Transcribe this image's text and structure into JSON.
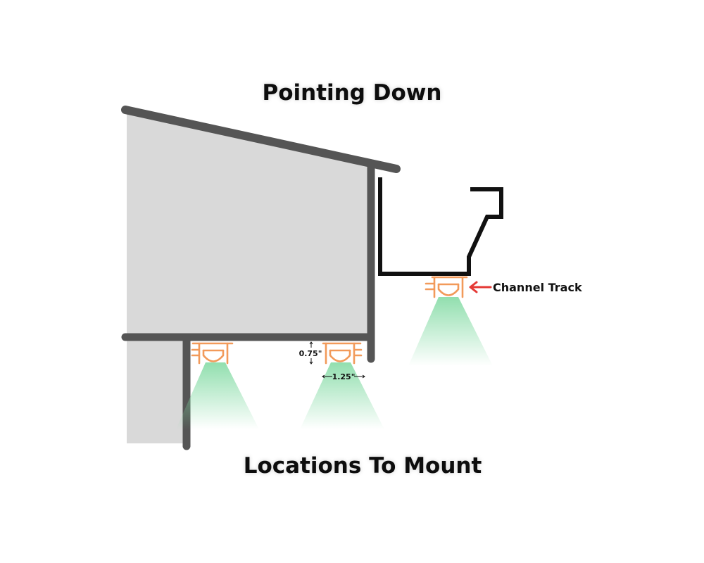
{
  "title": "Pointing Down",
  "footer_title": "Locations To Mount",
  "callout_label": "Channel Track",
  "dimensions": {
    "height_label": "0.75\"",
    "width_label": "1.25\""
  },
  "colors": {
    "structure": "#555555",
    "wall_fill": "#d9d9d9",
    "gutter": "#111111",
    "light_fixture": "#f29a5a",
    "light_beam": "#7ed9a0",
    "arrow": "#e53935",
    "text": "#111111"
  },
  "icons": [
    "light-fixture-icon",
    "light-beam-icon",
    "arrow-icon"
  ]
}
